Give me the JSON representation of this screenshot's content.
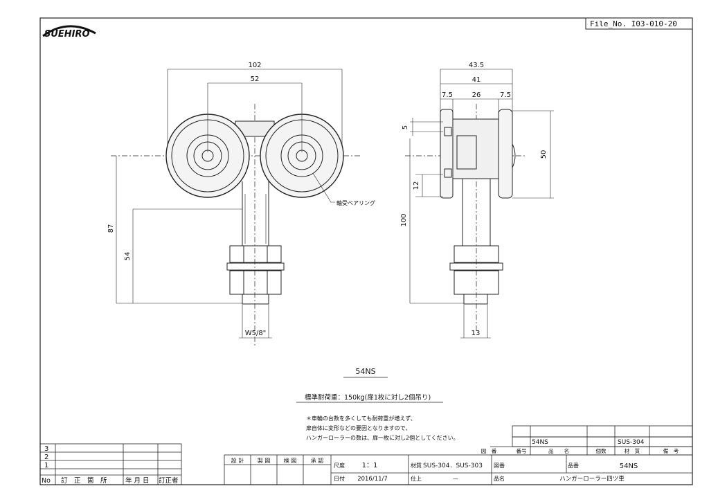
{
  "logo_text": "SUEHIRO",
  "file_no": "File_No.  I03-010-20",
  "front_view": {
    "dim_overall_width": "102",
    "dim_wheel_spacing": "52",
    "dim_height_total": "87",
    "dim_height_thread": "54",
    "dim_thread": "W5/8\"",
    "bearing_label": "軸受ベアリング"
  },
  "side_view": {
    "dim_overall_depth": "43.5",
    "dim_inner_depth": "41",
    "dim_left": "7.5",
    "dim_mid": "26",
    "dim_right": "7.5",
    "dim_5": "5",
    "dim_12": "12",
    "dim_50": "50",
    "dim_100": "100",
    "dim_13": "13"
  },
  "model_label": "54NS",
  "load_note": "標準耐荷重：150kg(扉1枚に対し2個吊り)",
  "notes": [
    "＊車輪の台数を多くしても耐荷重が増えず、",
    "扉自体に変形などの要因となりますので、",
    "ハンガーローラーの数は、扉一枚に対し2個としてください。"
  ],
  "parts_table": {
    "row_no": "",
    "row_name": "54NS",
    "row_qty": "",
    "row_material": "SUS-304",
    "row_remarks": "",
    "headers": [
      "図　番",
      "番号",
      "品　　名",
      "個数",
      "材　質",
      "備　考"
    ]
  },
  "revision_table": {
    "rows": [
      "3",
      "2",
      "1"
    ],
    "headers": [
      "No",
      "訂　正　箇　所",
      "年 月 日",
      "訂正者"
    ]
  },
  "title_block": {
    "label_design": "設 計",
    "label_drawn": "製 図",
    "label_check": "検 図",
    "label_approve": "承 認",
    "label_scale": "尺度",
    "scale": "1：1",
    "label_date": "日付",
    "date": "2016/11/7",
    "label_material": "材質",
    "material": "SUS-304．SUS-303",
    "label_finish": "仕上",
    "finish": "—",
    "label_drawing_no": "図番",
    "drawing_no": "",
    "label_product_no": "品番",
    "product_no": "54NS",
    "label_product_name": "品名",
    "product_name": "ハンガーローラー四ツ車"
  }
}
